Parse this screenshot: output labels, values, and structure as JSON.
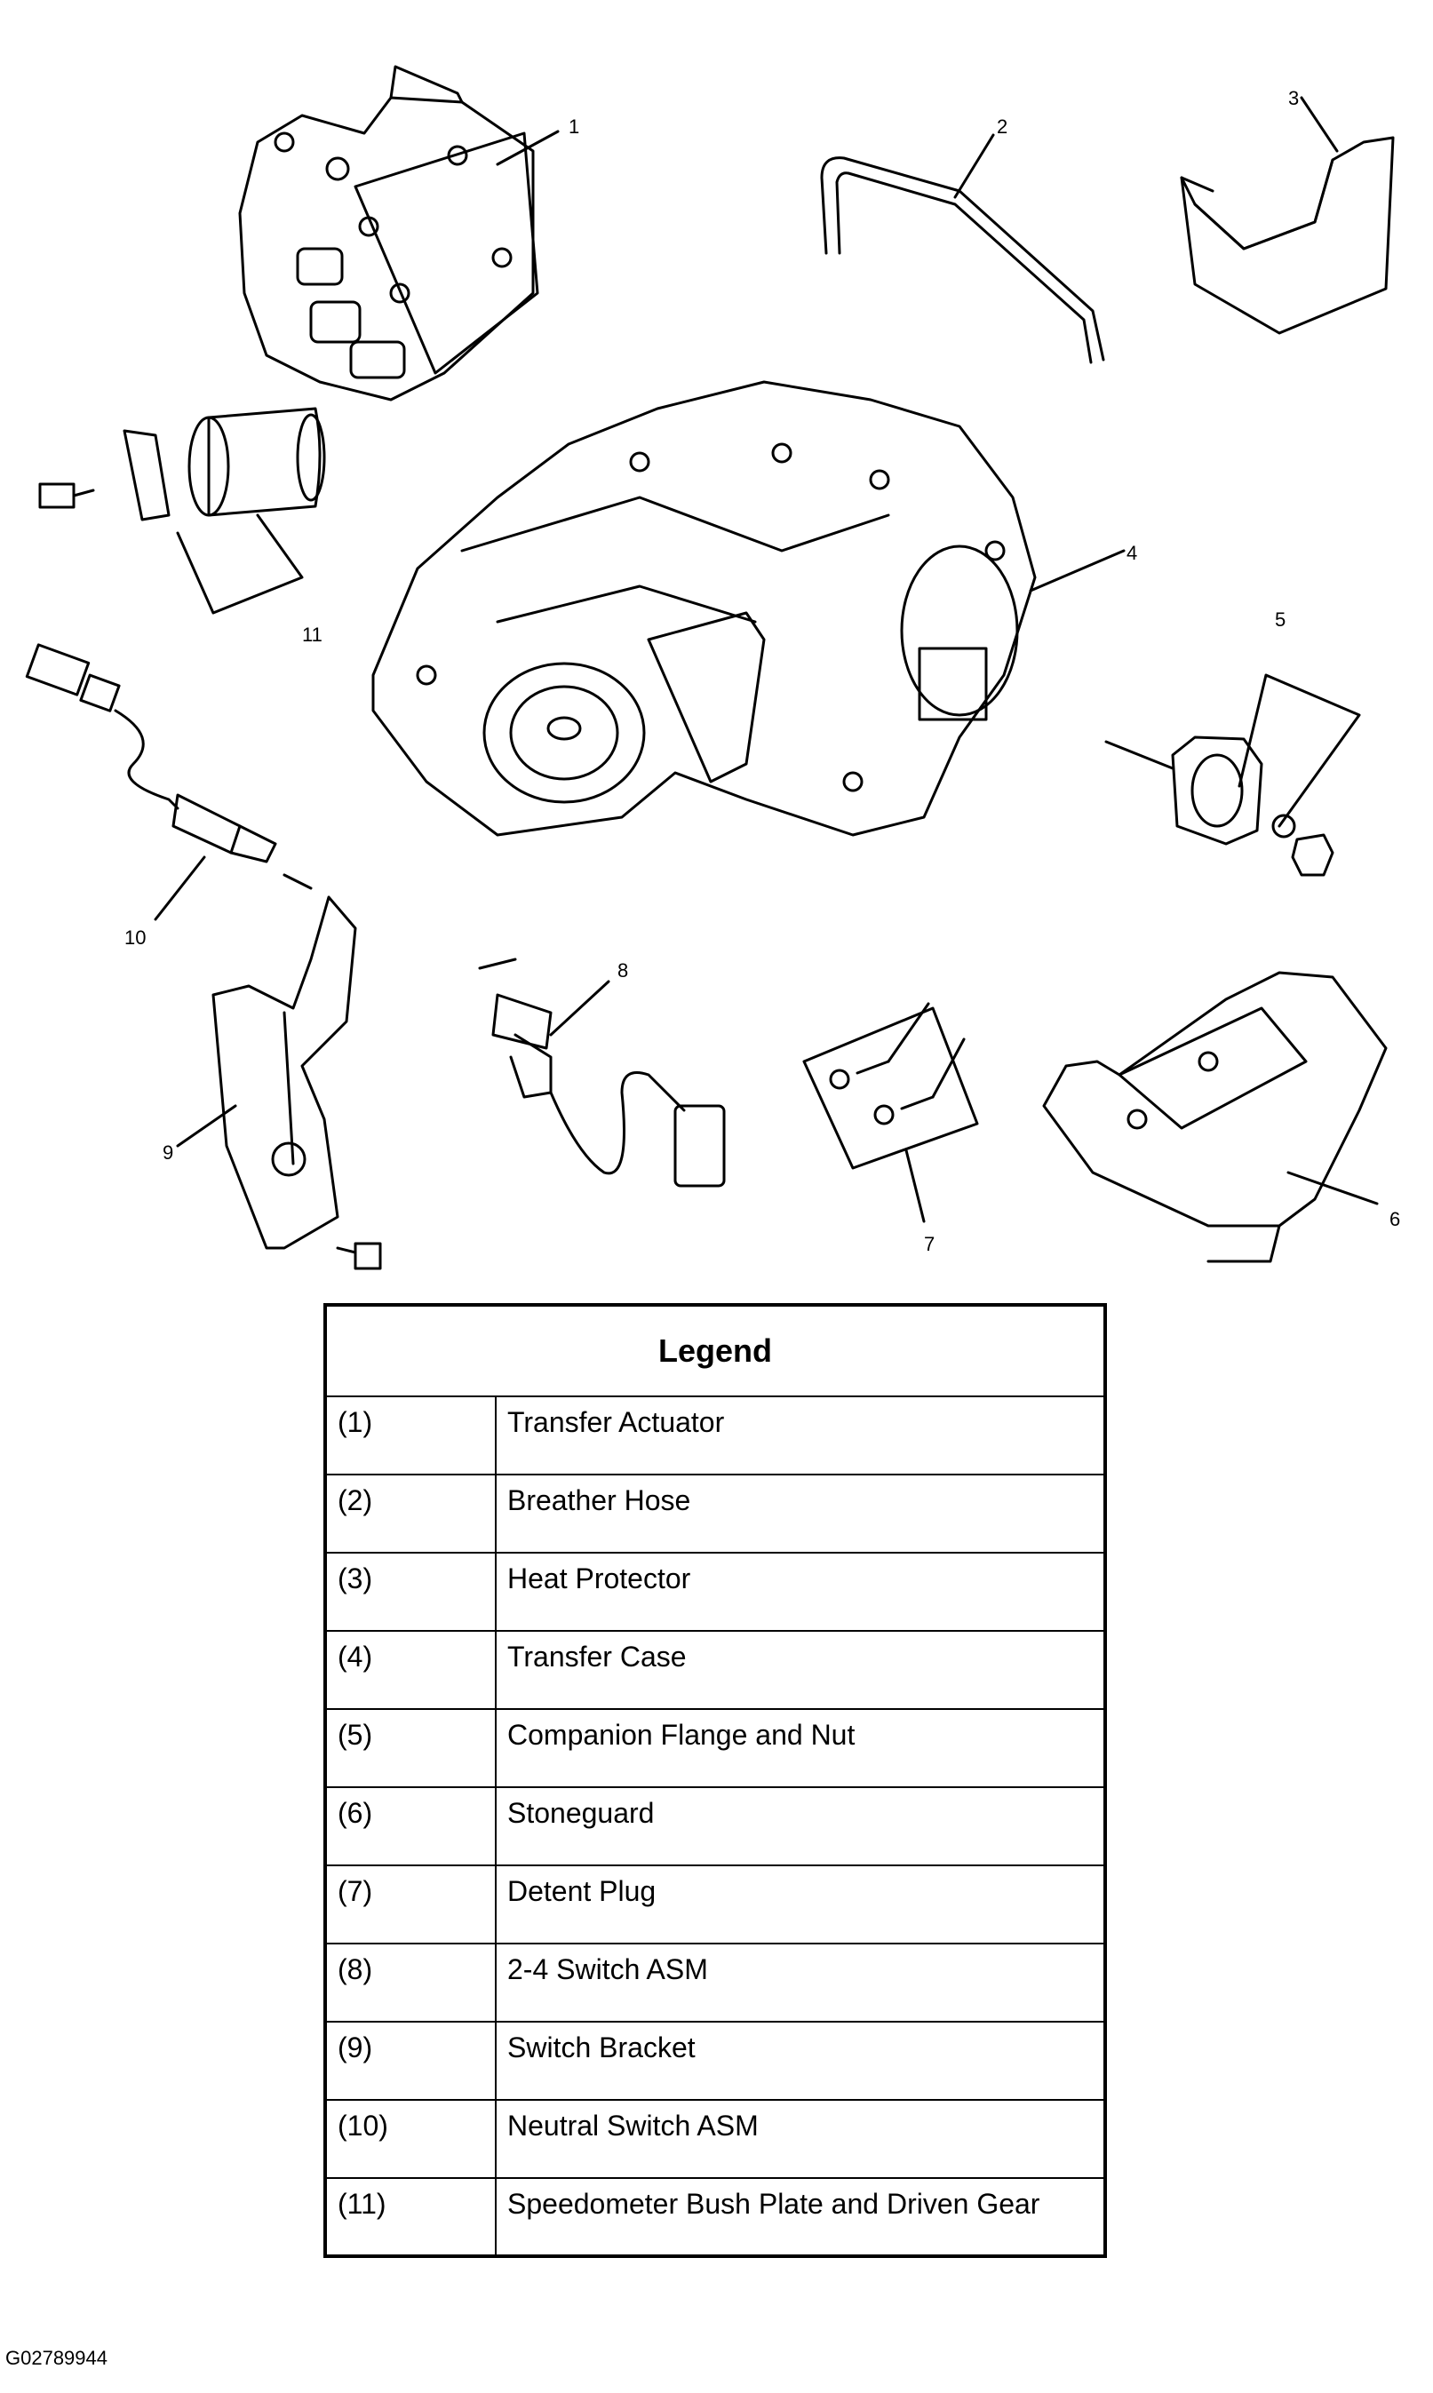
{
  "callouts": [
    "1",
    "2",
    "3",
    "4",
    "5",
    "6",
    "7",
    "8",
    "9",
    "10",
    "11"
  ],
  "legend": {
    "title": "Legend",
    "rows": [
      {
        "num": "(1)",
        "label": "Transfer Actuator"
      },
      {
        "num": "(2)",
        "label": "Breather Hose"
      },
      {
        "num": "(3)",
        "label": "Heat Protector"
      },
      {
        "num": "(4)",
        "label": "Transfer Case"
      },
      {
        "num": "(5)",
        "label": "Companion Flange and Nut"
      },
      {
        "num": "(6)",
        "label": "Stoneguard"
      },
      {
        "num": "(7)",
        "label": "Detent Plug"
      },
      {
        "num": "(8)",
        "label": "2-4 Switch ASM"
      },
      {
        "num": "(9)",
        "label": "Switch Bracket"
      },
      {
        "num": "(10)",
        "label": "Neutral Switch ASM"
      },
      {
        "num": "(11)",
        "label": "Speedometer Bush Plate and Driven Gear"
      }
    ]
  },
  "figure_id": "G02789944"
}
